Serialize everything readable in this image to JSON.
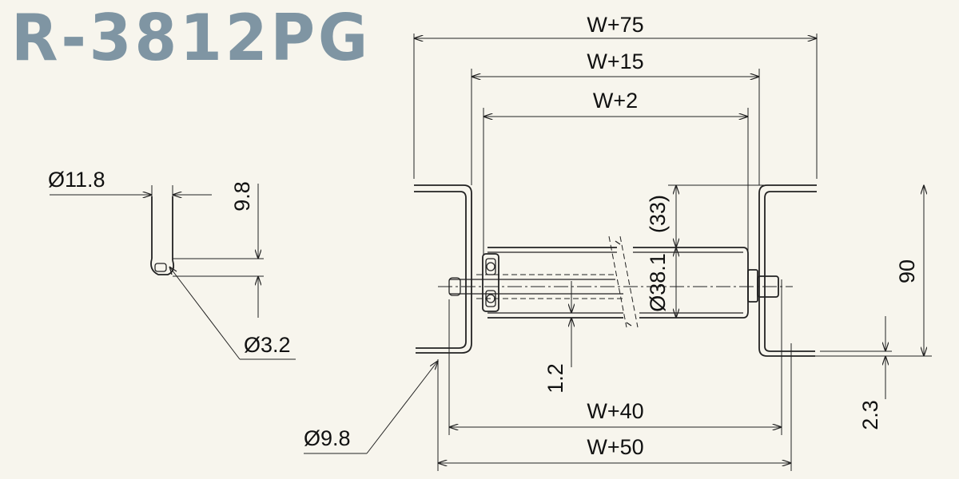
{
  "title": "R-3812PG",
  "dimensions": {
    "w75": "W+75",
    "w15": "W+15",
    "w2": "W+2",
    "w40": "W+40",
    "w50": "W+50",
    "d33": "(33)",
    "d381": "Ø38.1",
    "d90": "90",
    "d12": "1.2",
    "d23": "2.3",
    "d98_hole": "Ø9.8",
    "d118": "Ø11.8",
    "d98_detail": "9.8",
    "d32": "Ø3.2"
  },
  "colors": {
    "title": "#7f95a3",
    "background": "#f7f5ed",
    "line": "#222222"
  }
}
